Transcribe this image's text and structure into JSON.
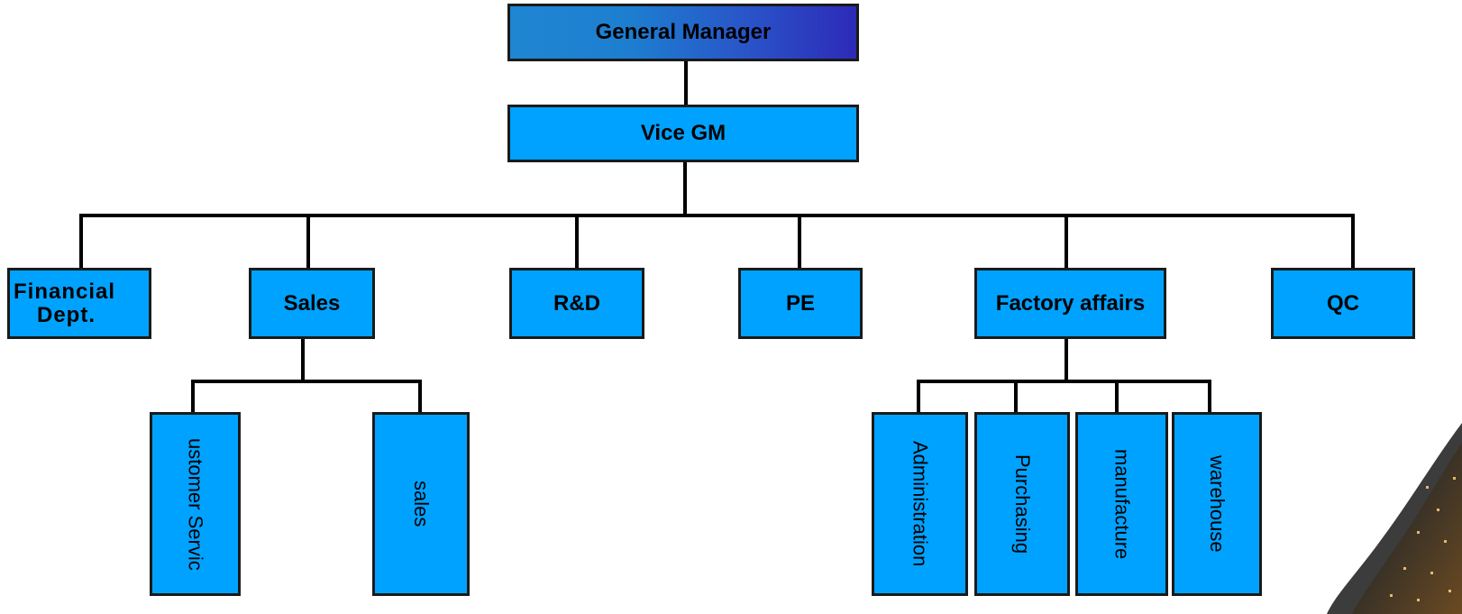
{
  "org_chart": {
    "top": {
      "label": "General Manager"
    },
    "vice": {
      "label": "Vice GM"
    },
    "departments": [
      {
        "id": "financial",
        "label_line1": "Financial",
        "label_line2": "Dept."
      },
      {
        "id": "sales",
        "label": "Sales"
      },
      {
        "id": "rnd",
        "label": "R&D"
      },
      {
        "id": "pe",
        "label": "PE"
      },
      {
        "id": "factory",
        "label": "Factory affairs"
      },
      {
        "id": "qc",
        "label": "QC"
      }
    ],
    "sales_units": [
      {
        "label": "ustomer Servic"
      },
      {
        "label": "sales"
      }
    ],
    "factory_units": [
      {
        "label": "Administration"
      },
      {
        "label": "Purchasing"
      },
      {
        "label": "manufacture"
      },
      {
        "label": "warehouse"
      }
    ]
  },
  "colors": {
    "box_fill": "#00a2ff",
    "top_gradient_start": "#1f86d2",
    "top_gradient_end": "#2c2ab8",
    "connector": "#000000",
    "border": "#1a1a1a"
  },
  "decoration": {
    "corner_photo": "city-night-photo-corner"
  }
}
